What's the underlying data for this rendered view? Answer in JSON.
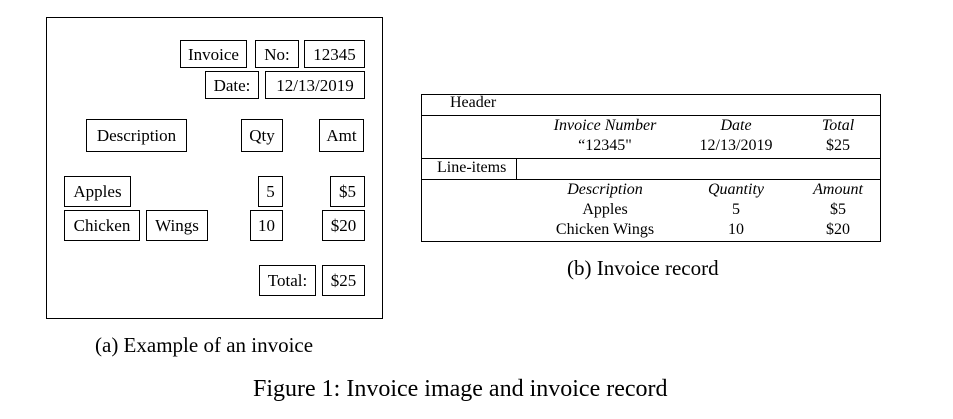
{
  "invoice": {
    "invoice_label": "Invoice",
    "no_label": "No:",
    "no_value": "12345",
    "date_label": "Date:",
    "date_value": "12/13/2019",
    "col_description": "Description",
    "col_qty": "Qty",
    "col_amt": "Amt",
    "items": [
      {
        "desc": [
          "Apples"
        ],
        "qty": "5",
        "amt": "$5"
      },
      {
        "desc": [
          "Chicken",
          "Wings"
        ],
        "qty": "10",
        "amt": "$20"
      }
    ],
    "total_label": "Total:",
    "total_value": "$25",
    "caption": "(a) Example of an invoice"
  },
  "record": {
    "header_label": "Header",
    "header_cols": [
      "Invoice Number",
      "Date",
      "Total"
    ],
    "header_vals": [
      "“12345\"",
      "12/13/2019",
      "$25"
    ],
    "lineitems_label": "Line-items",
    "line_cols": [
      "Description",
      "Quantity",
      "Amount"
    ],
    "line_rows": [
      [
        "Apples",
        "5",
        "$5"
      ],
      [
        "Chicken Wings",
        "10",
        "$20"
      ]
    ],
    "caption": "(b) Invoice record"
  },
  "figure_caption": "Figure 1: Invoice image and invoice record"
}
